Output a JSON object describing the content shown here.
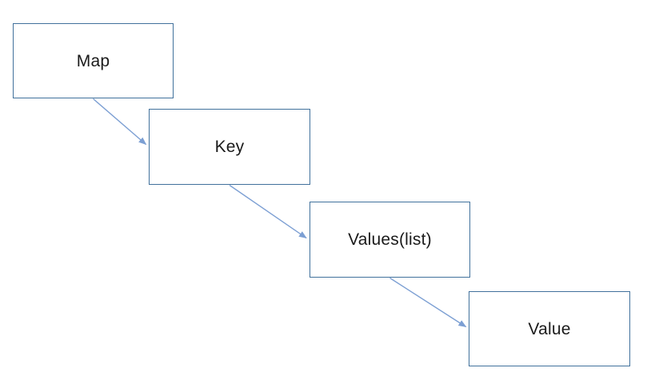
{
  "diagram": {
    "type": "flow",
    "nodes": [
      {
        "id": "map",
        "label": "Map"
      },
      {
        "id": "key",
        "label": "Key"
      },
      {
        "id": "values",
        "label": "Values(list)"
      },
      {
        "id": "value",
        "label": "Value"
      }
    ],
    "edges": [
      {
        "from": "map",
        "to": "key"
      },
      {
        "from": "key",
        "to": "values"
      },
      {
        "from": "values",
        "to": "value"
      }
    ],
    "colors": {
      "node_border": "#41719C",
      "node_fill": "#FFFFFF",
      "connector": "#7C9FD3",
      "text": "#1A1A1A",
      "background": "#FFFFFF"
    }
  }
}
